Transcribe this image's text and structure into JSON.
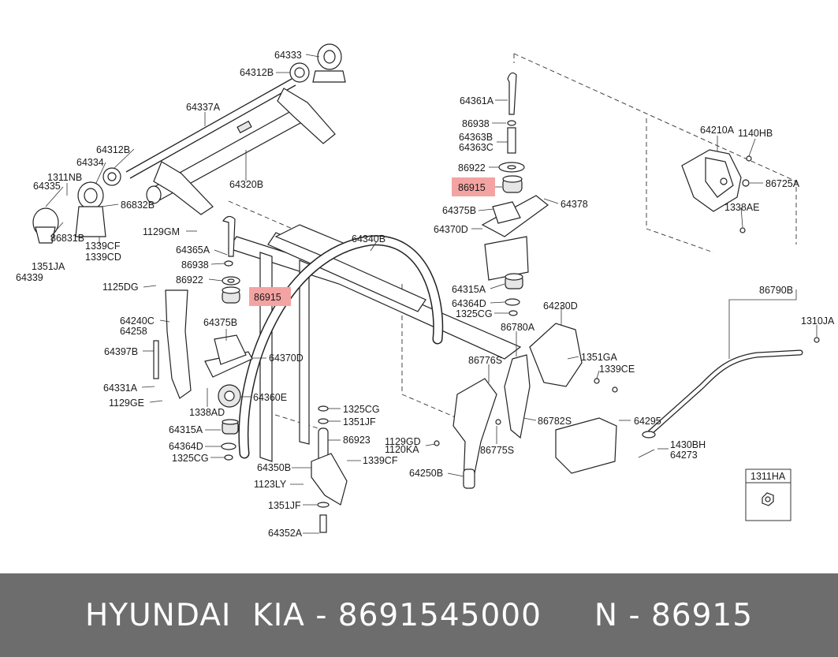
{
  "diagram": {
    "highlight_color": "#f4a3a3",
    "labels": {
      "p64333": "64333",
      "p64312B_top": "64312B",
      "p64337A": "64337A",
      "p64312B_left": "64312B",
      "p64334": "64334",
      "p1311NB": "1311NB",
      "p64335": "64335",
      "p86832B": "86832B",
      "p86831B": "86831B",
      "p1339CF_top": "1339CF",
      "p1339CD": "1339CD",
      "p1351JA": "1351JA",
      "p64339": "64339",
      "p64320B": "64320B",
      "p1129GM": "1129GM",
      "p64365A": "64365A",
      "p86938_left": "86938",
      "p86922_left": "86922",
      "p86915_left": "86915",
      "p1125DG": "1125DG",
      "p64240C": "64240C",
      "p64258": "64258",
      "p64375B_left": "64375B",
      "p64397B": "64397B",
      "p64370D_left": "64370D",
      "p64331A": "64331A",
      "p64360E": "64360E",
      "p1129GE": "1129GE",
      "p1338AD": "1338AD",
      "p64315A_left": "64315A",
      "p64364D_left": "64364D",
      "p1325CG_left": "1325CG",
      "p64340B": "64340B",
      "p1325CG_mid": "1325CG",
      "p1351JF_top": "1351JF",
      "p86923": "86923",
      "p1339CF_mid": "1339CF",
      "p64350B": "64350B",
      "p1123LY": "1123LY",
      "p1351JF_bottom": "1351JF",
      "p64352A": "64352A",
      "p64361A": "64361A",
      "p86938_right": "86938",
      "p64363B": "64363B",
      "p64363C": "64363C",
      "p86922_right": "86922",
      "p86915_right": "86915",
      "p64375B_right": "64375B",
      "p64378": "64378",
      "p64370D_right": "64370D",
      "p64315A_right": "64315A",
      "p64364D_right": "64364D",
      "p1325CG_right": "1325CG",
      "p64210A": "64210A",
      "p1140HB": "1140HB",
      "p86725A": "86725A",
      "p1338AE": "1338AE",
      "p86790B": "86790B",
      "p1310JA": "1310JA",
      "p64230D": "64230D",
      "p86780A": "86780A",
      "p86776S": "86776S",
      "p1351GA": "1351GA",
      "p1339CE": "1339CE",
      "p86782S": "86782S",
      "p64295": "64295",
      "p1129GD": "1129GD",
      "p1120KA": "1120KA",
      "p86775S": "86775S",
      "p64250B": "64250B",
      "p1430BH": "1430BH",
      "p64273": "64273",
      "p1311HA": "1311HA"
    }
  },
  "footer": {
    "text": "HYUNDAI  KIA - 8691545000     N - 86915",
    "background": "#6d6d6d"
  }
}
